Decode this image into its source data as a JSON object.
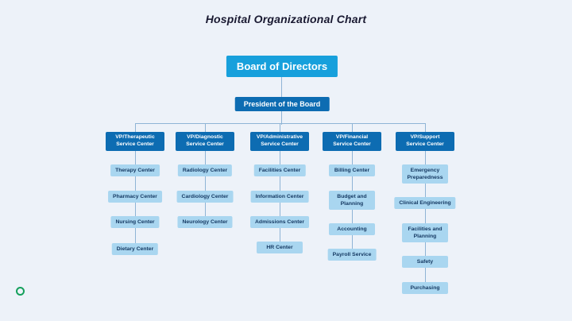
{
  "title": "Hospital Organizational Chart",
  "colors": {
    "background": "#edf2f9",
    "board_box": "#17a0dc",
    "executive_box": "#0d6cb2",
    "department_box": "#a9d6f0",
    "department_text": "#163a63",
    "connector_line": "#8fb4d6",
    "eco_icon_green": "#15a05c"
  },
  "board": "Board of Directors",
  "president": "President of the Board",
  "columns": [
    {
      "vp": "VP/Therapeutic\nService Center",
      "children": [
        "Therapy Center",
        "Pharmacy Center",
        "Nursing Center",
        "Dietary Center"
      ]
    },
    {
      "vp": "VP/Diagnostic\nService Center",
      "children": [
        "Radiology Center",
        "Cardiology Center",
        "Neurology Center"
      ]
    },
    {
      "vp": "VP/Administrative\nService Center",
      "children": [
        "Facilities Center",
        "Information Center",
        "Admissions Center",
        "HR Center"
      ]
    },
    {
      "vp": "VP/Financial\nService Center",
      "children": [
        "Billing Center",
        "Budget and\nPlanning",
        "Accounting",
        "Payroll Service"
      ]
    },
    {
      "vp": "VP/Support\nService Center",
      "children": [
        "Emergency\nPreparedness",
        "Clinical Engineering",
        "Facilities and\nPlanning",
        "Safety",
        "Purchasing"
      ]
    }
  ]
}
